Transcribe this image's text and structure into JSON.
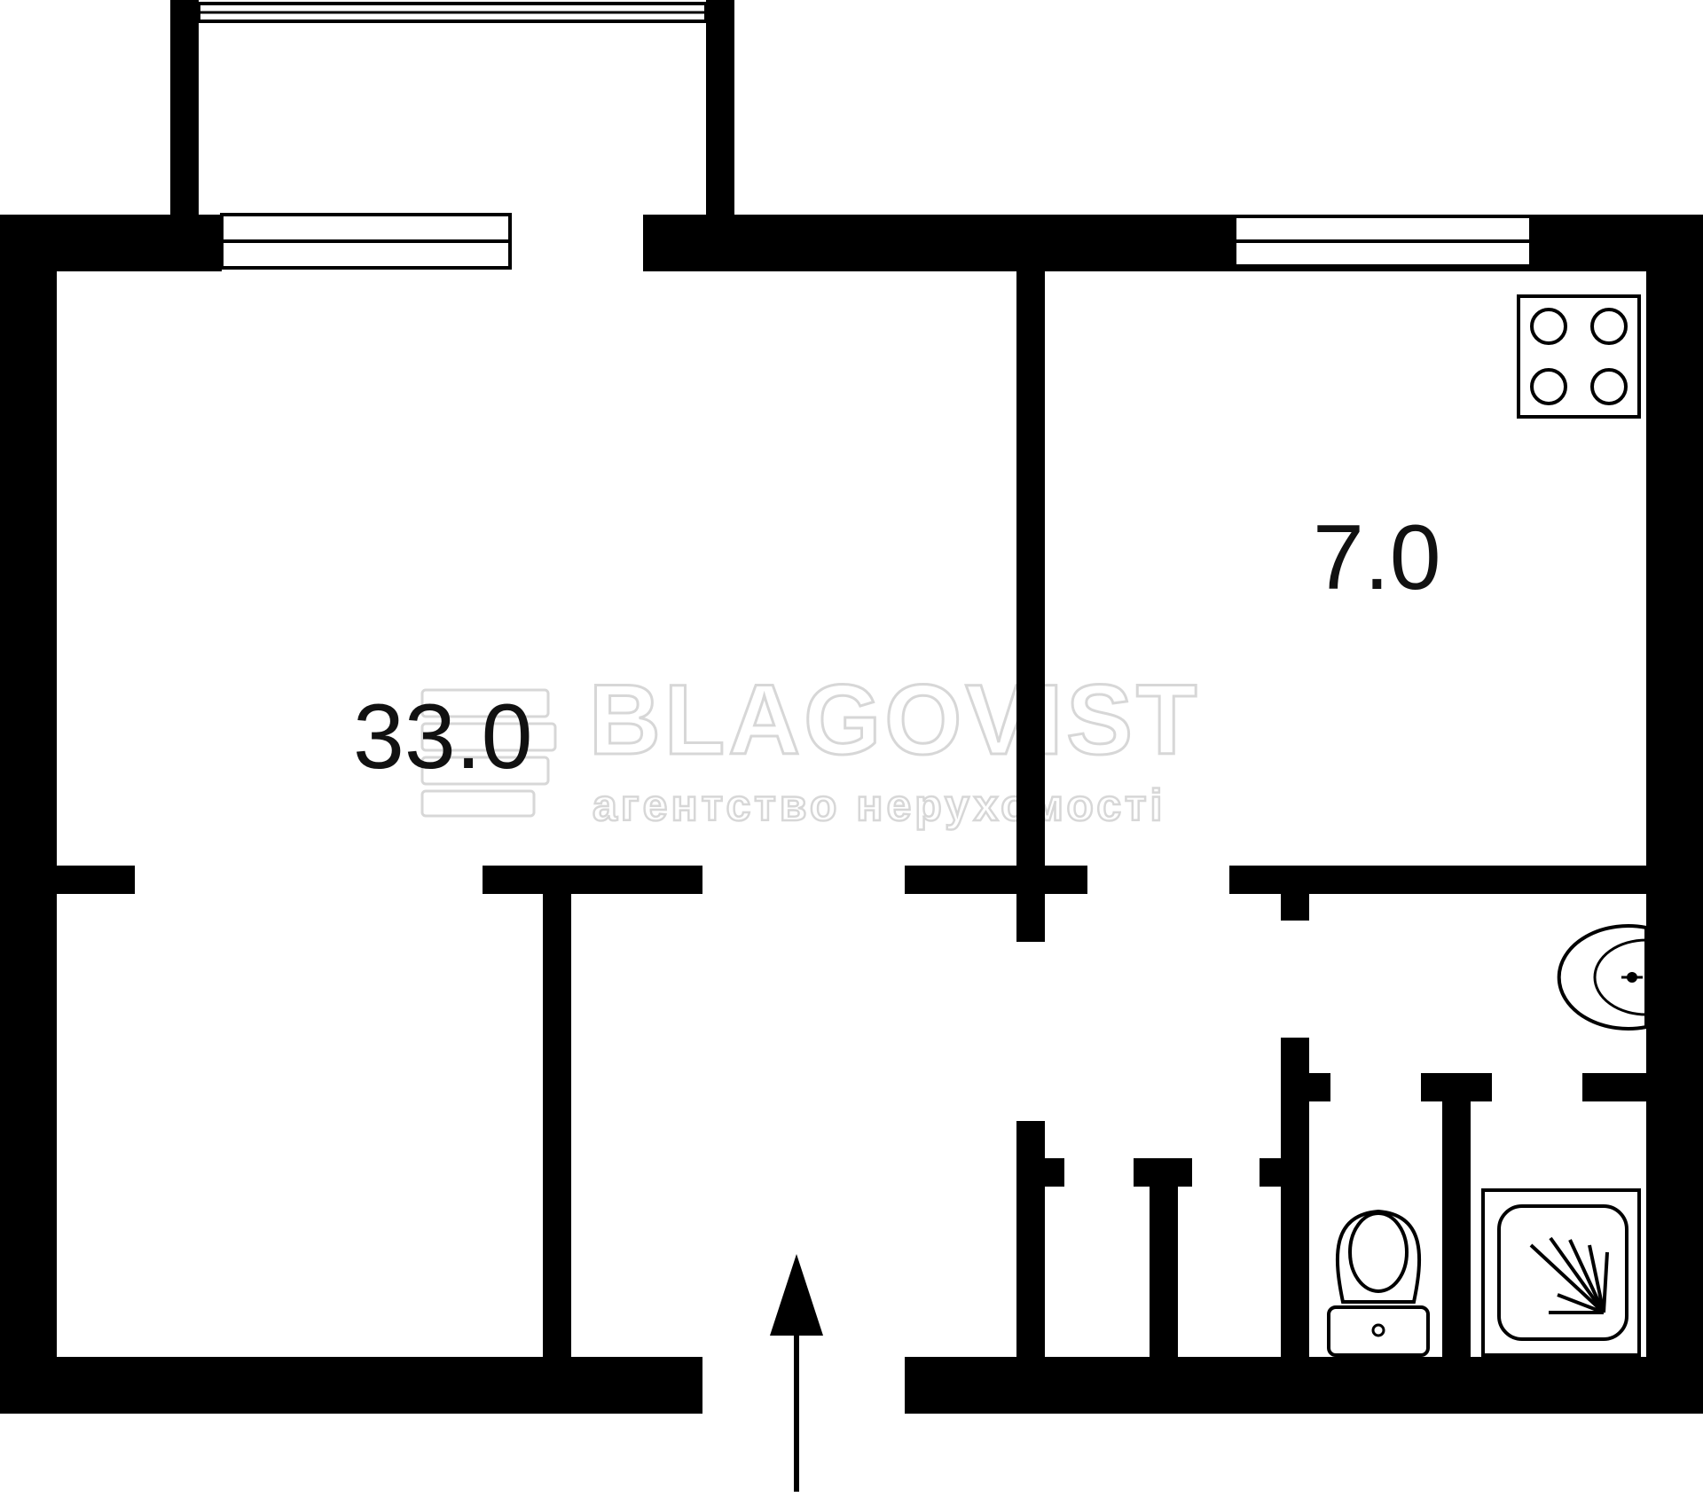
{
  "rooms": [
    {
      "id": "living-room",
      "area": "33.0"
    },
    {
      "id": "kitchen",
      "area": "7.0"
    }
  ],
  "watermark": {
    "brand": "BLAGOVIST",
    "tagline": "агентство нерухомості"
  },
  "colors": {
    "wall": "#000000",
    "background": "#ffffff",
    "watermark_outline": "#d7d7d7",
    "label": "#111111"
  },
  "icons": [
    "stove-icon",
    "sink-icon",
    "toilet-icon",
    "shower-tray-icon",
    "entrance-arrow-icon",
    "watermark-logo-icon"
  ]
}
